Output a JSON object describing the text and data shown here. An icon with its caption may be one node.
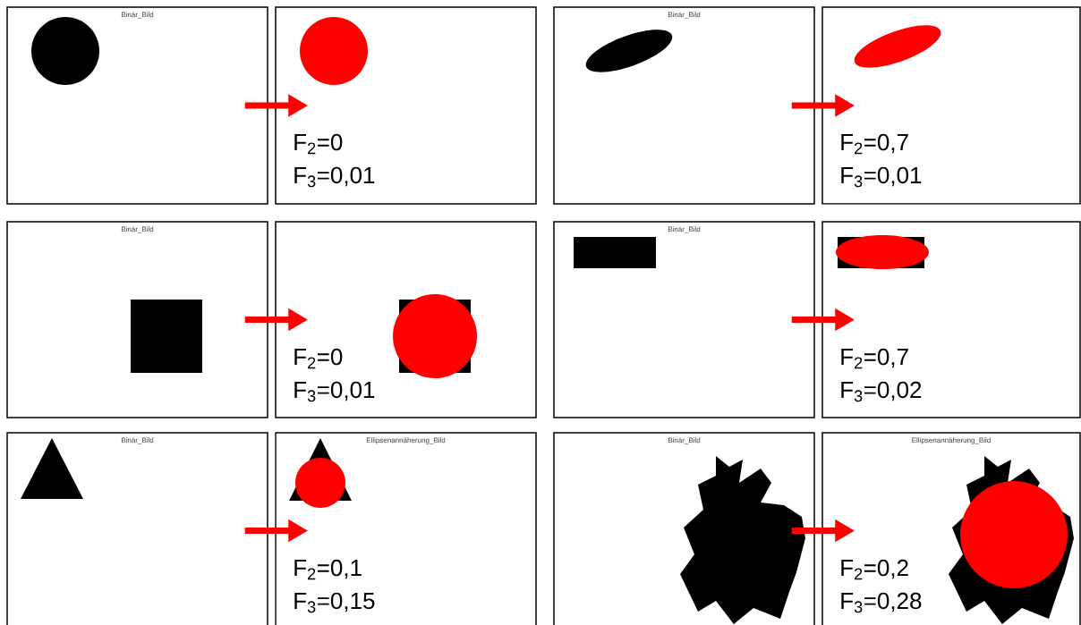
{
  "diagram": {
    "nodes": [
      {
        "text": [
          "Binär_Bild"
        ]
      },
      {
        "text": [
          "F$_{2}$=0",
          "F$_{3}$=0,01"
        ]
      },
      {
        "text": [
          "Binär_Bild"
        ]
      },
      {
        "text": [
          "F$_{2}$=0,7",
          "F$_{3}$=0,01"
        ]
      },
      {
        "text": [
          "Binär_Bild"
        ]
      },
      {
        "text": [
          "F$_{2}$=0",
          "F$_{3}$=0,01"
        ]
      },
      {
        "text": [
          "Binär_Bild"
        ]
      },
      {
        "text": [
          "F$_{2}$=0,7",
          "F$_{3}$=0,02"
        ]
      },
      {
        "text": [
          "Binär_Bild"
        ]
      },
      {
        "text": [
          "Ellipsenannäherung_Bild",
          "F$_{2}$=0,1",
          "F$_{3}$=0,15"
        ]
      },
      {
        "text": [
          "Binär_Bild"
        ]
      },
      {
        "text": [
          "Ellipsenannäherung_Bild",
          "F$_{2}$=0,2",
          "F$_{3}$=0,28"
        ]
      }
    ],
    "edges": [
      {
        "from": 0,
        "to": 1,
        "arrow": "to"
      },
      {
        "from": 2,
        "to": 3,
        "arrow": "to"
      },
      {
        "from": 4,
        "to": 5,
        "arrow": "to"
      },
      {
        "from": 6,
        "to": 7,
        "arrow": "to"
      },
      {
        "from": 8,
        "to": 9,
        "arrow": "to"
      },
      {
        "from": 10,
        "to": 11,
        "arrow": "to"
      }
    ]
  }
}
